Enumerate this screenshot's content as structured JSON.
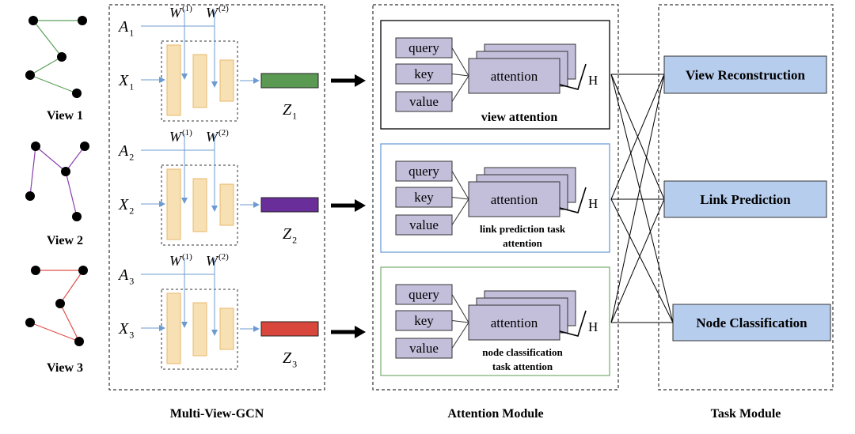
{
  "views": [
    {
      "label": "View 1",
      "edge_color": "#5aa05a"
    },
    {
      "label": "View 2",
      "edge_color": "#8a3fb0"
    },
    {
      "label": "View 3",
      "edge_color": "#e0504a"
    }
  ],
  "gcn": {
    "caption": "Multi-View-GCN",
    "rows": [
      {
        "a_base": "A",
        "a_sub": "1",
        "x_base": "X",
        "x_sub": "1",
        "z_base": "Z",
        "z_sub": "1",
        "z_color": "#5b9a52"
      },
      {
        "a_base": "A",
        "a_sub": "2",
        "x_base": "X",
        "x_sub": "2",
        "z_base": "Z",
        "z_sub": "2",
        "z_color": "#6a2e9a"
      },
      {
        "a_base": "A",
        "a_sub": "3",
        "x_base": "X",
        "x_sub": "3",
        "z_base": "Z",
        "z_sub": "3",
        "z_color": "#d9463c"
      }
    ],
    "w1_base": "W",
    "w1_sup": "(1)",
    "w2_base": "W",
    "w2_sup": "(2)"
  },
  "attention": {
    "caption": "Attention Module",
    "inputs": [
      "query",
      "key",
      "value"
    ],
    "block_label": "attention",
    "heads_label": "H",
    "panels": [
      {
        "title_lines": [
          "view attention"
        ],
        "border": "#000000"
      },
      {
        "title_lines": [
          "link prediction task",
          "attention"
        ],
        "border": "#6f9fd8"
      },
      {
        "title_lines": [
          "node classification",
          "task attention"
        ],
        "border": "#7fb27a"
      }
    ]
  },
  "tasks": {
    "caption": "Task Module",
    "items": [
      "View Reconstruction",
      "Link Prediction",
      "Node Classification"
    ]
  },
  "colors": {
    "layer_fill": "#f7e0b4",
    "layer_stroke": "#e8b86a",
    "input_fill": "#c3bfdb",
    "task_fill": "#b7cdee",
    "thin_arrow": "#6d9bd1"
  }
}
